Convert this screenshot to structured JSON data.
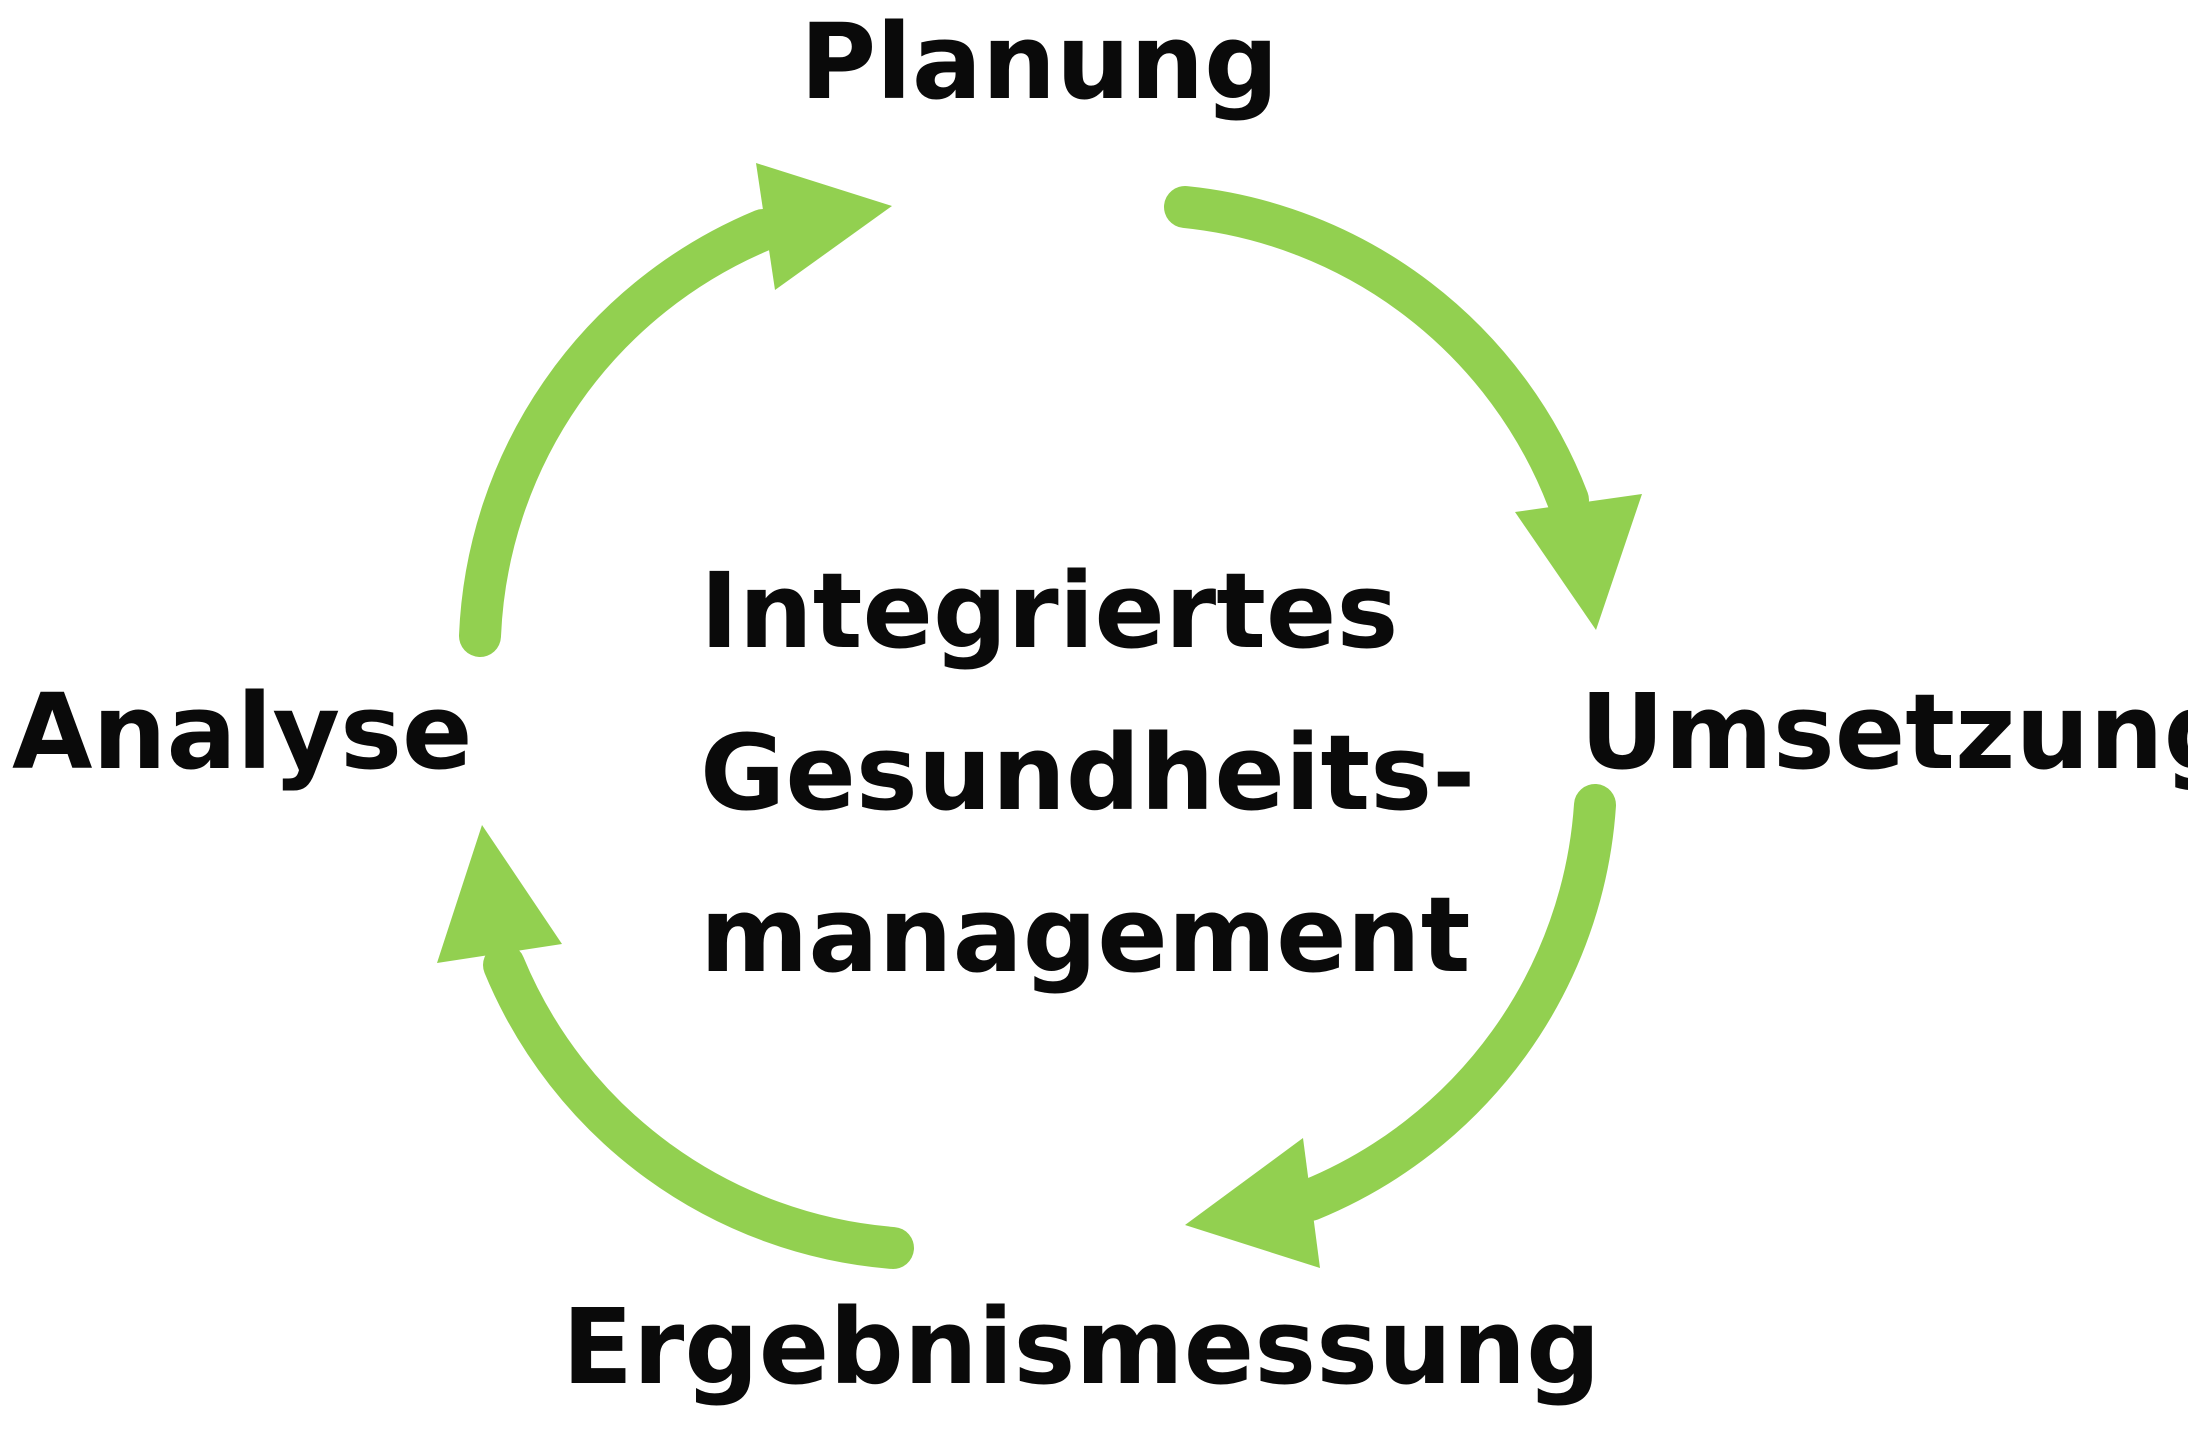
{
  "diagram": {
    "accent_color": "#92d050",
    "text_color": "#0a0a0a",
    "stages": {
      "top": "Planung",
      "right": "Umsetzung",
      "bottom": "Ergebnismessung",
      "left": "Analyse"
    },
    "center_title": {
      "line1": "Integriertes",
      "line2": "Gesundheits-",
      "line3": "management"
    },
    "flow": [
      "Analyse",
      "Planung",
      "Umsetzung",
      "Ergebnismessung",
      "Analyse"
    ]
  }
}
